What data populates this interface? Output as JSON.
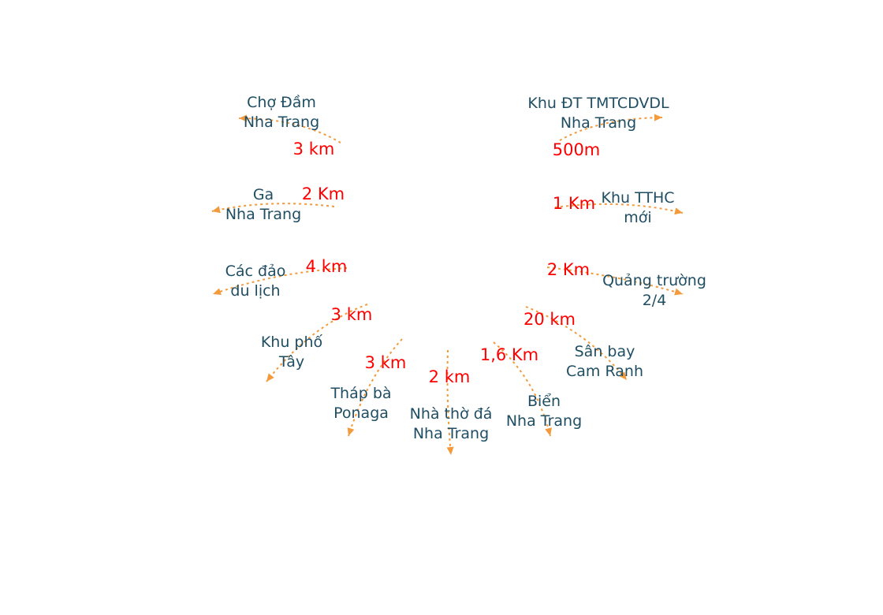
{
  "colors": {
    "arrow": "#f39a3c",
    "place_text": "#1f4e63",
    "distance_text": "#ff0000"
  },
  "destinations": [
    {
      "id": "cho-dam",
      "lines": [
        "Chợ Đầm",
        "Nha Trang"
      ],
      "distance": "3 km"
    },
    {
      "id": "ga-nha-trang",
      "lines": [
        "Ga",
        "Nha Trang"
      ],
      "distance": "2 Km"
    },
    {
      "id": "cac-dao",
      "lines": [
        "Các đảo",
        "du lịch"
      ],
      "distance": "4 km"
    },
    {
      "id": "khu-pho-tay",
      "lines": [
        "Khu phố",
        "Tây"
      ],
      "distance": "3 km"
    },
    {
      "id": "thap-ba",
      "lines": [
        "Tháp bà",
        "Ponaga"
      ],
      "distance": "3 km"
    },
    {
      "id": "nha-tho-da",
      "lines": [
        "Nhà thờ đá",
        "Nha Trang"
      ],
      "distance": "2 km"
    },
    {
      "id": "bien-nha-trang",
      "lines": [
        "Biển",
        "Nha Trang"
      ],
      "distance": "1,6 Km"
    },
    {
      "id": "san-bay",
      "lines": [
        "Sân bay",
        "Cam Ranh"
      ],
      "distance": "20 km"
    },
    {
      "id": "quang-truong",
      "lines": [
        "Quảng trường",
        "2/4"
      ],
      "distance": "2 Km"
    },
    {
      "id": "khu-tthc",
      "lines": [
        "Khu TTHC",
        "mới"
      ],
      "distance": "1 Km"
    },
    {
      "id": "khu-dt",
      "lines": [
        "Khu ĐT TMTCDVDL",
        "Nha Trang"
      ],
      "distance": "500m"
    }
  ]
}
